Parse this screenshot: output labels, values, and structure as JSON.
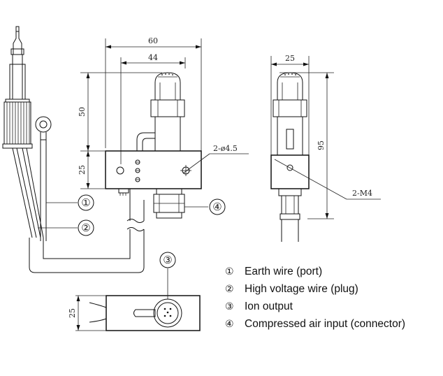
{
  "dimensions": {
    "width_60": "60",
    "width_44": "44",
    "height_50": "50",
    "height_25_left": "25",
    "hole_label": "2-ø4.5",
    "side_width_25": "25",
    "side_height_95": "95",
    "thread_label": "2-M4",
    "bottom_height_25": "25"
  },
  "callouts": {
    "c1": "①",
    "c2": "②",
    "c3": "③",
    "c4": "④"
  },
  "legend": [
    {
      "num": "①",
      "text": "Earth wire (port)"
    },
    {
      "num": "②",
      "text": "High voltage wire (plug)"
    },
    {
      "num": "③",
      "text": "Ion output"
    },
    {
      "num": "④",
      "text": "Compressed air input (connector)"
    }
  ]
}
